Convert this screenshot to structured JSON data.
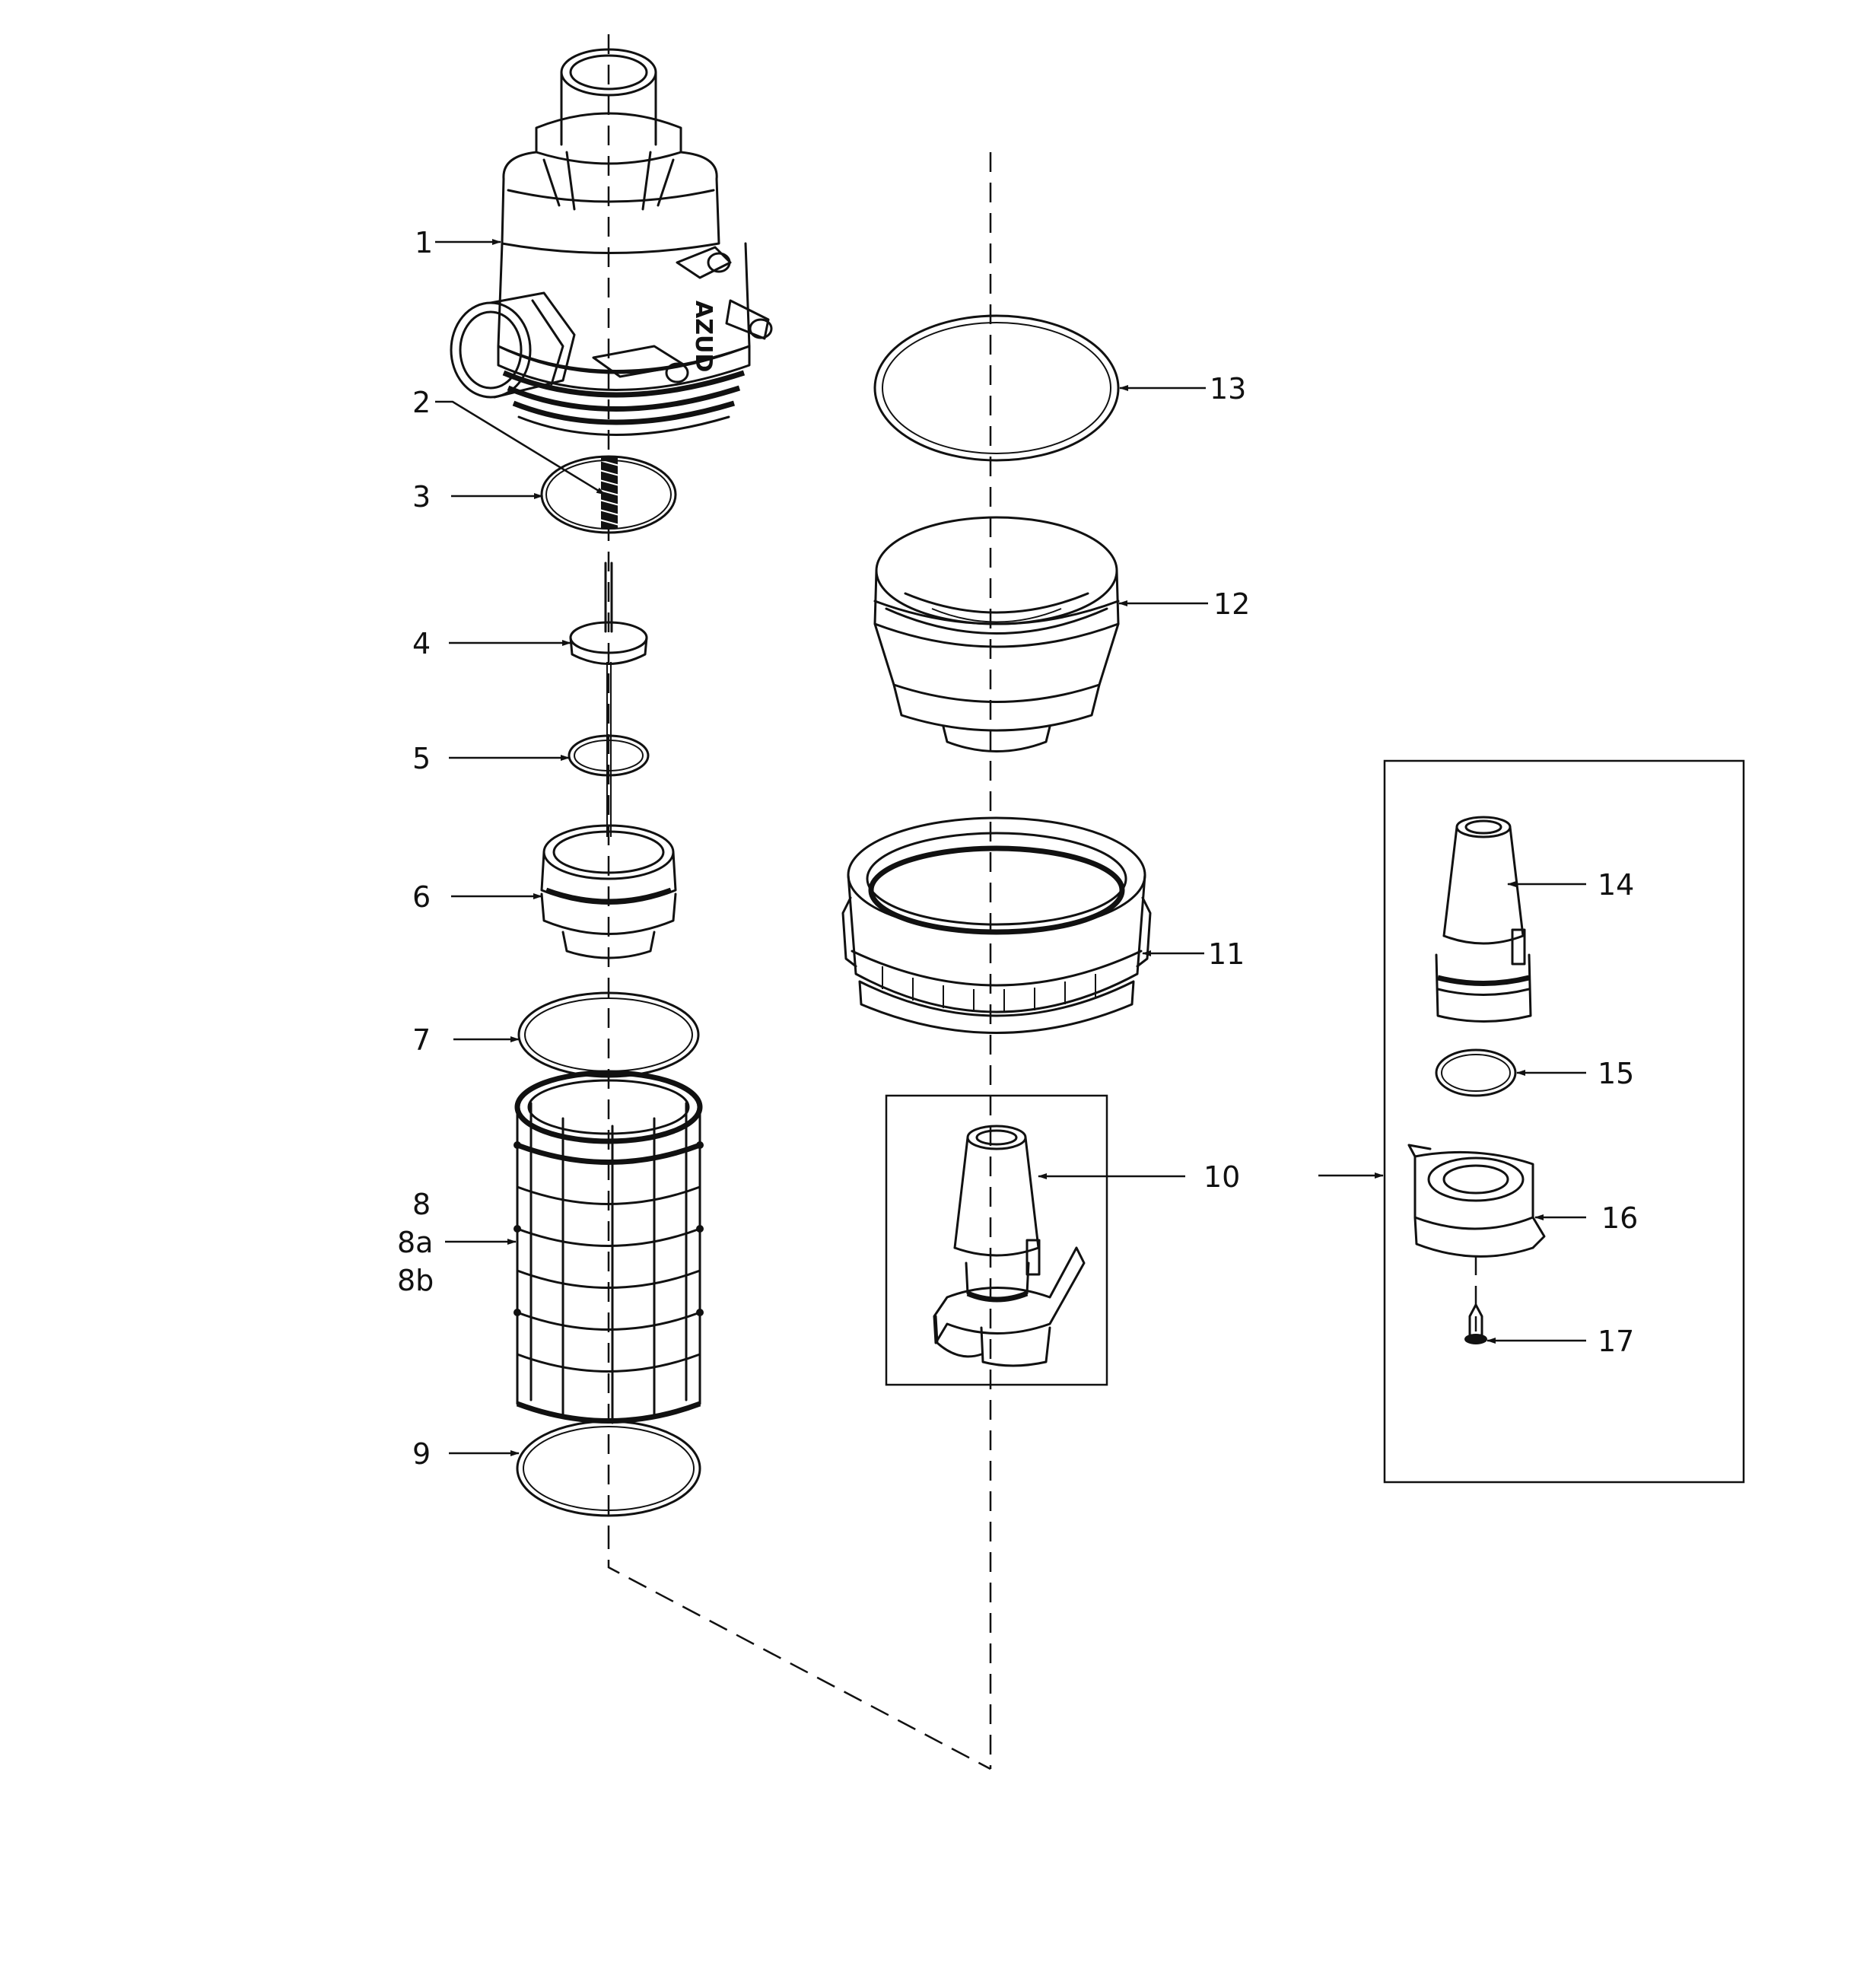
{
  "callouts": {
    "c1": "1",
    "c2": "2",
    "c3": "3",
    "c4": "4",
    "c5": "5",
    "c6": "6",
    "c7": "7",
    "c8": "8",
    "c8a": "8a",
    "c8b": "8b",
    "c9": "9",
    "c10": "10",
    "c11": "11",
    "c12": "12",
    "c13": "13",
    "c14": "14",
    "c15": "15",
    "c16": "16",
    "c17": "17"
  },
  "housing": {
    "brand_mark": "AZUD"
  },
  "colors": {
    "ink": "#111111",
    "paper": "#ffffff"
  }
}
